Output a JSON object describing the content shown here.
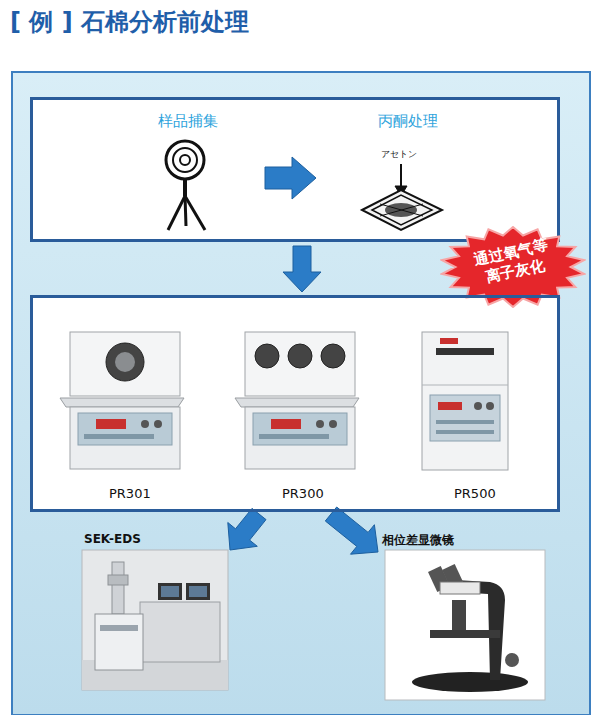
{
  "diagram": {
    "title": "[ 例 ] 石棉分析前处理",
    "nodes": [
      {
        "text": [
          "样品捕集",
          "丙酮处理"
        ]
      },
      {
        "text": [
          "通过氧气等 离子灰化"
        ]
      },
      {
        "text": [
          "PR301",
          "PR300",
          "PR500"
        ]
      },
      {
        "text": [
          "SEK-EDS"
        ]
      },
      {
        "text": [
          "相位差显微镜"
        ]
      }
    ],
    "edges": [
      {
        "from": 0,
        "to": 2,
        "arrow": "to"
      },
      {
        "from": 2,
        "to": 3,
        "arrow": "to"
      },
      {
        "from": 2,
        "to": 4,
        "arrow": "to"
      }
    ],
    "labels": [
      "アセトン"
    ]
  }
}
